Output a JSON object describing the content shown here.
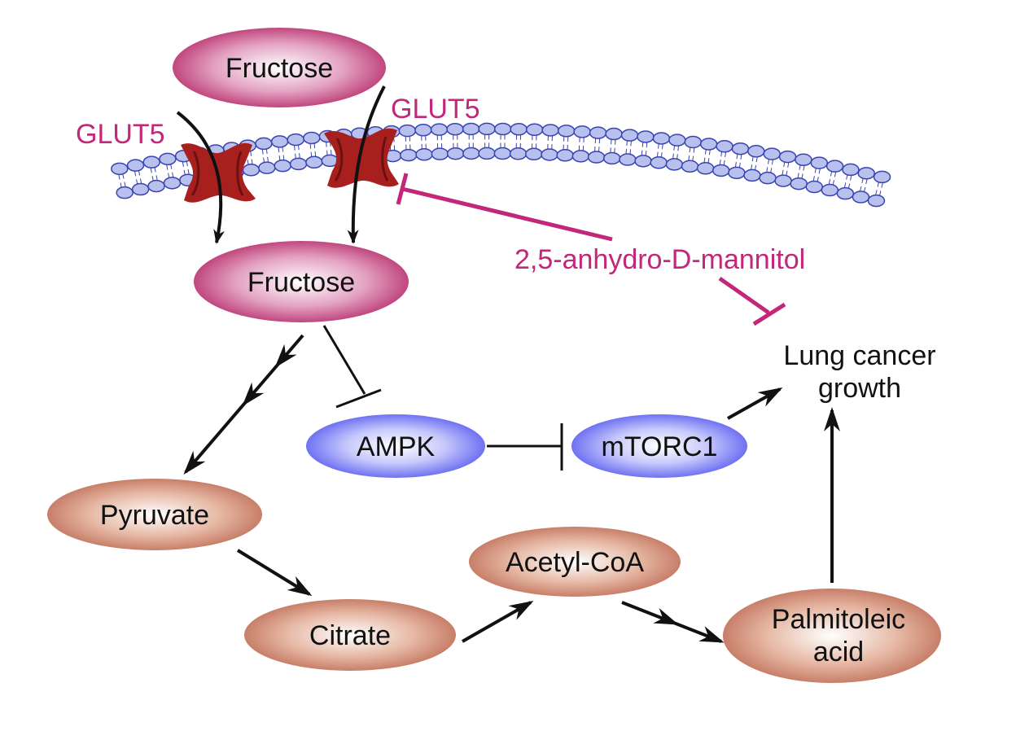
{
  "nodes": {
    "fructose_outside": "Fructose",
    "fructose_inside": "Fructose",
    "ampk": "AMPK",
    "mtorc1": "mTORC1",
    "pyruvate": "Pyruvate",
    "citrate": "Citrate",
    "acetyl_coa": "Acetyl-CoA",
    "palmitoleic_line1": "Palmitoleic",
    "palmitoleic_line2": "acid"
  },
  "labels": {
    "glut5_left": "GLUT5",
    "glut5_right": "GLUT5",
    "inhibitor": "2,5-anhydro-D-mannitol",
    "outcome_line1": "Lung cancer",
    "outcome_line2": "growth"
  },
  "colors": {
    "fructose": "#b8306e",
    "ampk_mtorc1": "#5b5ff0",
    "metabolite": "#c9785a",
    "transporter": "#a8201e",
    "membrane_head": "#b8c0ee",
    "inhibitor_label": "#c2277a"
  }
}
